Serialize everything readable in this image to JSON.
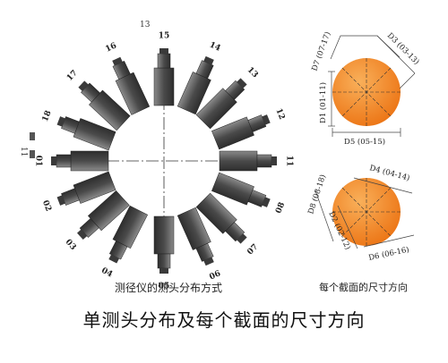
{
  "title": "单测头分布及每个截面的尺寸方向",
  "captions": {
    "probe_layout": "测径仪的测头分布方式",
    "section_dirs": "每个截面的尺寸方向"
  },
  "probes": [
    {
      "label": "01",
      "angle": 180
    },
    {
      "label": "02",
      "angle": 159
    },
    {
      "label": "03",
      "angle": 138
    },
    {
      "label": "04",
      "angle": 117
    },
    {
      "label": "05",
      "angle": 90
    },
    {
      "label": "06",
      "angle": 66
    },
    {
      "label": "07",
      "angle": 45
    },
    {
      "label": "08",
      "angle": 22
    },
    {
      "label": "11",
      "angle": 0
    },
    {
      "label": "12",
      "angle": -22
    },
    {
      "label": "13",
      "angle": -45
    },
    {
      "label": "14",
      "angle": -66
    },
    {
      "label": "15",
      "angle": -90
    },
    {
      "label": "16",
      "angle": -115
    },
    {
      "label": "17",
      "angle": -137
    },
    {
      "label": "18",
      "angle": -159
    }
  ],
  "stray_labels": {
    "top": "13",
    "left": "11"
  },
  "section_top": {
    "labels": [
      "D7 (07-17)",
      "D3 (03-13)",
      "D1 (01-11)",
      "D5 (05-15)"
    ]
  },
  "section_bottom": {
    "labels": [
      "D4 (04-14)",
      "D8 (08-18)",
      "D2 (02-12)",
      "D6 (06-16)"
    ]
  },
  "colors": {
    "probe": "#5a5a5a",
    "probe_dark": "#3f3f3f",
    "ball": "#f07e1e",
    "ball_light": "#f8a548"
  }
}
